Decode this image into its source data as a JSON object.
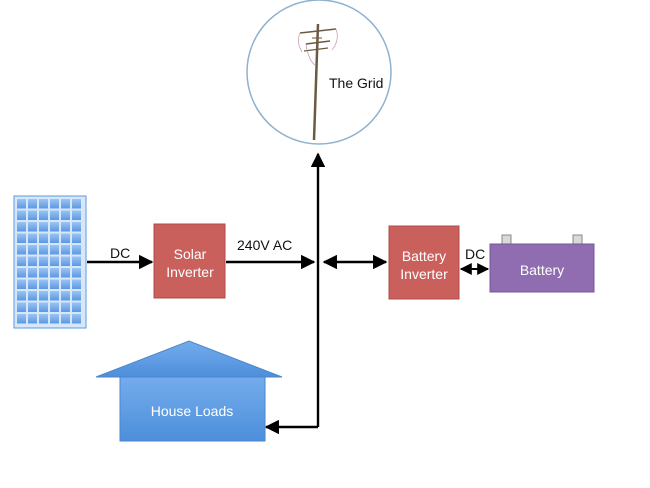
{
  "grid": {
    "label": "The Grid"
  },
  "solar_inverter": {
    "line1": "Solar",
    "line2": "Inverter"
  },
  "battery_inverter": {
    "line1": "Battery",
    "line2": "Inverter"
  },
  "battery": {
    "label": "Battery"
  },
  "house": {
    "label": "House Loads"
  },
  "connections": {
    "panel_to_inverter": "DC",
    "ac_bus": "240V AC",
    "inverter_to_battery": "DC"
  },
  "colors": {
    "inverter_fill": "#c9605c",
    "battery_fill": "#8f6db0",
    "house_fill": "#5b9be0",
    "panel_fill": "#5d9ce6",
    "grid_circle_stroke": "#8fb1cf",
    "line": "#000000"
  }
}
